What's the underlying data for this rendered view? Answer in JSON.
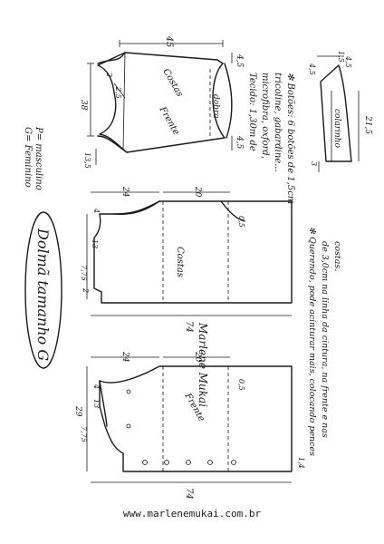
{
  "title": "Dolmã tamanho G",
  "legend": {
    "f": "G= Feminino",
    "m": "P= masculino"
  },
  "sleeve": {
    "top": "45",
    "top_right": "4,5",
    "left_h": "38",
    "bottom_left": "13,5",
    "side": "4,5",
    "b1": "2",
    "b2": "2,5",
    "name1": "Costas",
    "name2": "Frente",
    "fold": "dobra"
  },
  "fabric": {
    "l1": "Tecido: 1,30m de",
    "l2": "microfibra, oxford,",
    "l3": "tricoline, gabardine...",
    "l4": "✻ Botões: 6 botões de 1,5cm"
  },
  "collar": {
    "name": "colarinho",
    "top": "1,5",
    "left": "4,5",
    "right": "4,5",
    "bottom": "21,5",
    "foot": "3"
  },
  "back": {
    "d24": "24",
    "d20": "20",
    "h13": "13",
    "h775": "7,75",
    "h2": "2",
    "h4": "4",
    "v05": "0,5",
    "len": "74",
    "label": "Costas"
  },
  "front": {
    "d24": "24",
    "d20": "20",
    "h29": "29",
    "h4": "4",
    "h13": "13",
    "h775": "7,75",
    "v05": "0,5",
    "len": "74",
    "bot": "1,4",
    "label": "Frente"
  },
  "signature": "Marlene Mukai",
  "note": {
    "l1": "✻ Querendo, pode acinturar mais, colocando pences",
    "l2": "de 3,0cm na linha da cintura, na frente e nas",
    "l3": "costas."
  },
  "website": "www.marlenemukai.com.br"
}
